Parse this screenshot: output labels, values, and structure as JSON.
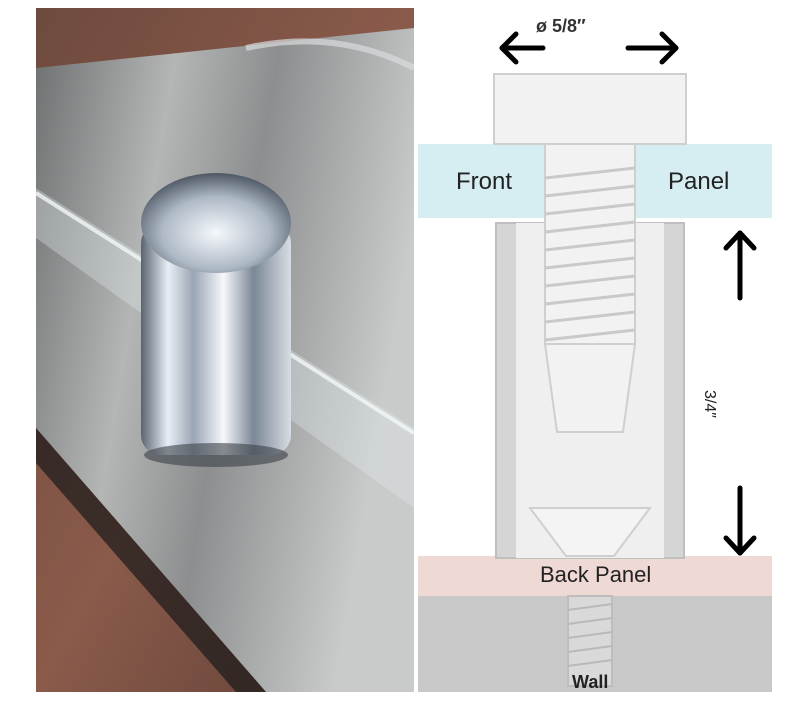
{
  "diagram": {
    "diameter_label": "ø  5/8″",
    "front_label": "Front",
    "panel_label": "Panel",
    "height_label": "3/4″",
    "back_panel_label": "Back Panel",
    "wall_label": "Wall"
  },
  "colors": {
    "front_panel": "#d6eef2",
    "back_panel": "#efd9d5",
    "wall": "#c8c8c8",
    "hardware": "#efefef",
    "outline": "#bfbfbf"
  }
}
